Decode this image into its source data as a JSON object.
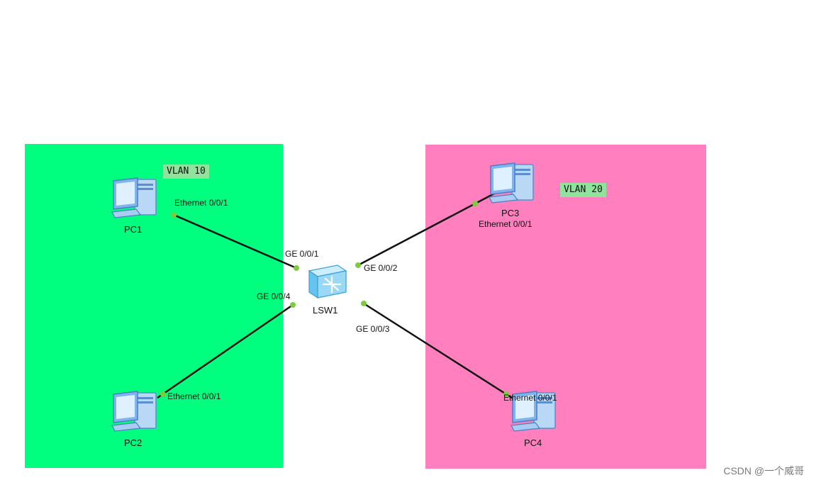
{
  "zones": [
    {
      "id": "vlan10",
      "label": "VLAN 10",
      "color": "#00ff7f"
    },
    {
      "id": "vlan20",
      "label": "VLAN 20",
      "color": "#ff7fbf"
    }
  ],
  "nodes": {
    "pc1": {
      "label": "PC1",
      "type": "pc-icon"
    },
    "pc2": {
      "label": "PC2",
      "type": "pc-icon"
    },
    "pc3": {
      "label": "PC3",
      "type": "pc-icon"
    },
    "pc4": {
      "label": "PC4",
      "type": "pc-icon"
    },
    "lsw1": {
      "label": "LSW1",
      "type": "switch-icon"
    }
  },
  "links": [
    {
      "from": "lsw1",
      "from_port": "GE 0/0/1",
      "to": "pc1",
      "to_port": "Ethernet 0/0/1"
    },
    {
      "from": "lsw1",
      "from_port": "GE 0/0/2",
      "to": "pc3",
      "to_port": "Ethernet 0/0/1"
    },
    {
      "from": "lsw1",
      "from_port": "GE 0/0/3",
      "to": "pc4",
      "to_port": "Ethernet 0/0/1"
    },
    {
      "from": "lsw1",
      "from_port": "GE 0/0/4",
      "to": "pc2",
      "to_port": "Ethernet 0/0/1"
    }
  ],
  "colors": {
    "link": "#111111",
    "port_dot": "#7ccd3c"
  },
  "watermark": "CSDN @一个威哥"
}
